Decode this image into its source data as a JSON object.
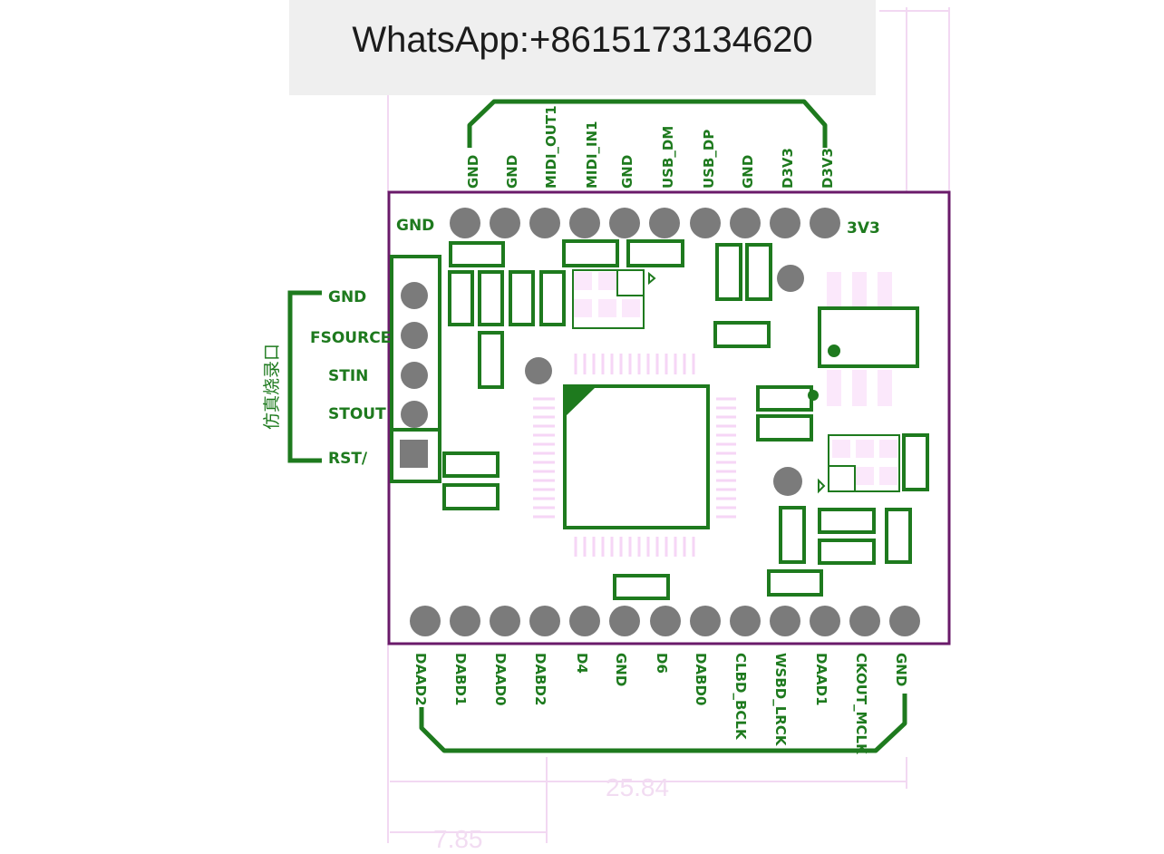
{
  "banner": {
    "text": "WhatsApp:+8615173134620"
  },
  "colors": {
    "silkscreen": "#1e7a1e",
    "pad": "#7b7b7b",
    "outline": "#6a1a6a",
    "dimension": "#f2d8f2",
    "banner_bg": "#efefef"
  },
  "top_header": {
    "pins": [
      "GND",
      "GND",
      "MIDI_OUT1",
      "MIDI_IN1",
      "GND",
      "USB_DM",
      "USB_DP",
      "GND",
      "D3V3",
      "D3V3"
    ]
  },
  "board_labels": {
    "top_left": "GND",
    "top_right": "3V3"
  },
  "programming_header": {
    "title": "仿真烧录口",
    "pins": [
      "GND",
      "FSOURCE",
      "STIN",
      "STOUT",
      "RST/"
    ]
  },
  "bottom_header": {
    "pins": [
      "DAAD2",
      "DABD1",
      "DAAD0",
      "DABD2",
      "D4",
      "GND",
      "D6",
      "DABD0",
      "CLBD_BCLK",
      "WSBD_LRCK",
      "DAAD1",
      "CKOUT_MCLK",
      "GND"
    ]
  },
  "dimensions": {
    "width": "25.84",
    "offset": "7.85"
  }
}
